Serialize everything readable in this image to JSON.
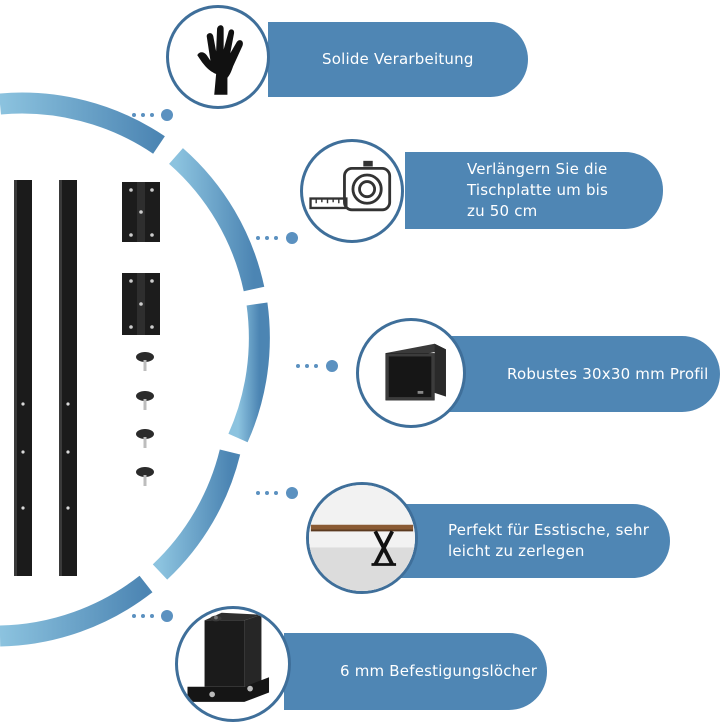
{
  "features": [
    {
      "id": "solid",
      "text": "Solide Verarbeitung",
      "icon": "hand-gesture-icon"
    },
    {
      "id": "extend",
      "text": "Verlängern Sie die Tischplatte um bis zu 50 cm",
      "lines": [
        "Verlängern Sie die",
        "Tischplatte um bis",
        "zu 50 cm"
      ],
      "icon": "tape-measure-icon"
    },
    {
      "id": "profile",
      "text": "Robustes 30x30 mm Profil",
      "icon": "square-profile-icon"
    },
    {
      "id": "dining",
      "text": "Perfekt für Esstische, sehr leicht zu zerlegen",
      "lines": [
        "Perfekt für Esstische, sehr",
        "leicht zu zerlegen"
      ],
      "icon": "dining-table-photo-icon"
    },
    {
      "id": "holes",
      "text": "6 mm Befestigungslöcher",
      "icon": "mounting-bracket-icon"
    }
  ],
  "colors": {
    "pill": "#4f86b4",
    "circle_border": "#3f6f9a",
    "ring": "#5a8fbd",
    "dots": "#5b91c0",
    "metal": "#1b1b1b"
  }
}
